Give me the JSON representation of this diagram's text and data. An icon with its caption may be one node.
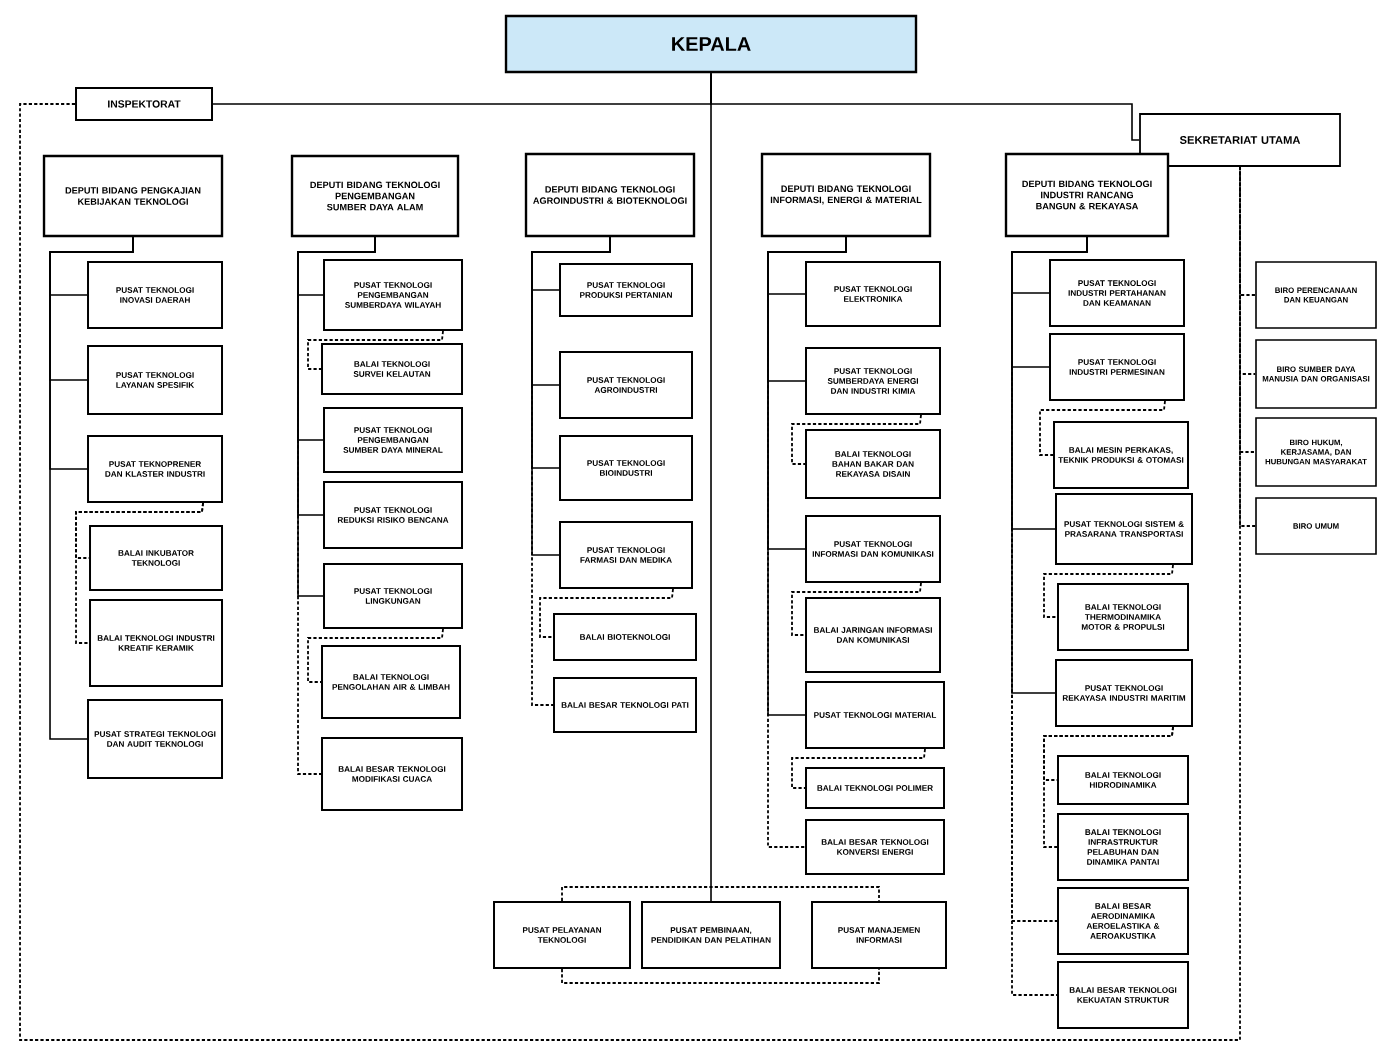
{
  "diagram": {
    "nodes": [
      {
        "text": [
          "KEPALA"
        ]
      },
      {
        "text": [
          "SEKRETARIAT UTAMA"
        ]
      },
      {
        "text": [
          "INSPEKTORAT"
        ]
      },
      {
        "text": [
          "DEPUTI BIDANG PENGKAJIAN KEBIJAKAN TEKNOLOGI"
        ]
      },
      {
        "text": [
          "PUSAT TEKNOLOGI INOVASI DAERAH"
        ]
      },
      {
        "text": [
          "PUSAT TEKNOLOGI LAYANAN SPESIFIK"
        ]
      },
      {
        "text": [
          "PUSAT TEKNOPRENER DAN KLASTER INDUSTRI"
        ]
      },
      {
        "text": [
          "BALAI INKUBATOR TEKNOLOGI"
        ]
      },
      {
        "text": [
          "BALAI TEKNOLOGI INDUSTRI KREATIF KERAMIK"
        ]
      },
      {
        "text": [
          "PUSAT STRATEGI TEKNOLOGI DAN AUDIT TEKNOLOGI"
        ]
      },
      {
        "text": [
          "DEPUTI BIDANG TEKNOLOGI PENGEMBANGAN SUMBER DAYA ALAM"
        ]
      },
      {
        "text": [
          "PUSAT TEKNOLOGI PENGEMBANGAN SUMBERDAYA WILAYAH"
        ]
      },
      {
        "text": [
          "BALAI TEKNOLOGI SURVEI KELAUTAN"
        ]
      },
      {
        "text": [
          "PUSAT TEKNOLOGI PENGEMBANGAN SUMBER DAYA MINERAL"
        ]
      },
      {
        "text": [
          "PUSAT TEKNOLOGI REDUKSI RISIKO BENCANA"
        ]
      },
      {
        "text": [
          "PUSAT TEKNOLOGI LINGKUNGAN"
        ]
      },
      {
        "text": [
          "BALAI TEKNOLOGI PENGOLAHAN AIR & LIMBAH"
        ]
      },
      {
        "text": [
          "BALAI BESAR TEKNOLOGI MODIFIKASI CUACA"
        ]
      },
      {
        "text": [
          "DEPUTI BIDANG TEKNOLOGI AGROINDUSTRI & BIOTEKNOLOGI"
        ]
      },
      {
        "text": [
          "PUSAT TEKNOLOGI PRODUKSI PERTANIAN"
        ]
      },
      {
        "text": [
          "PUSAT TEKNOLOGI AGROINDUSTRI"
        ]
      },
      {
        "text": [
          "PUSAT TEKNOLOGI BIOINDUSTRI"
        ]
      },
      {
        "text": [
          "PUSAT TEKNOLOGI FARMASI DAN MEDIKA"
        ]
      },
      {
        "text": [
          "BALAI BIOTEKNOLOGI"
        ]
      },
      {
        "text": [
          "BALAI BESAR TEKNOLOGI PATI"
        ]
      },
      {
        "text": [
          "DEPUTI BIDANG TEKNOLOGI INFORMASI, ENERGI & MATERIAL"
        ]
      },
      {
        "text": [
          "PUSAT TEKNOLOGI ELEKTRONIKA"
        ]
      },
      {
        "text": [
          "PUSAT TEKNOLOGI SUMBERDAYA ENERGI DAN INDUSTRI KIMIA"
        ]
      },
      {
        "text": [
          "BALAI TEKNOLOGI BAHAN BAKAR DAN REKAYASA DISAIN"
        ]
      },
      {
        "text": [
          "PUSAT TEKNOLOGI INFORMASI DAN KOMUNIKASI"
        ]
      },
      {
        "text": [
          "BALAI JARINGAN INFORMASI DAN KOMUNIKASI"
        ]
      },
      {
        "text": [
          "PUSAT TEKNOLOGI MATERIAL"
        ]
      },
      {
        "text": [
          "BALAI TEKNOLOGI POLIMER"
        ]
      },
      {
        "text": [
          "BALAI BESAR TEKNOLOGI KONVERSI ENERGI"
        ]
      },
      {
        "text": [
          "PUSAT PELAYANAN TEKNOLOGI"
        ]
      },
      {
        "text": [
          "PUSAT PEMBINAAN, PENDIDIKAN DAN PELATIHAN"
        ]
      },
      {
        "text": [
          "PUSAT MANAJEMEN INFORMASI"
        ]
      },
      {
        "text": [
          "DEPUTI BIDANG TEKNOLOGI INDUSTRI RANCANG BANGUN & REKAYASA"
        ]
      },
      {
        "text": [
          "PUSAT TEKNOLOGI INDUSTRI PERTAHANAN DAN KEAMANAN"
        ]
      },
      {
        "text": [
          "PUSAT TEKNOLOGI INDUSTRI PERMESINAN"
        ]
      },
      {
        "text": [
          "BALAI MESIN PERKAKAS, TEKNIK PRODUKSI & OTOMASI"
        ]
      },
      {
        "text": [
          "PUSAT TEKNOLOGI SISTEM & PRASARANA TRANSPORTASI"
        ]
      },
      {
        "text": [
          "BALAI TEKNOLOGI THERMODINAMIKA MOTOR & PROPULSI"
        ]
      },
      {
        "text": [
          "PUSAT TEKNOLOGI REKAYASA INDUSTRI MARITIM"
        ]
      },
      {
        "text": [
          "BALAI TEKNOLOGI HIDRODINAMIKA"
        ]
      },
      {
        "text": [
          "BALAI TEKNOLOGI INFRASTRUKTUR PELABUHAN DAN DINAMIKA PANTAI"
        ]
      },
      {
        "text": [
          "BALAI BESAR AERODINAMIKA AEROELASTIKA & AEROAKUSTIKA"
        ]
      },
      {
        "text": [
          "BALAI BESAR TEKNOLOGI KEKUATAN STRUKTUR"
        ]
      },
      {
        "text": [
          "BIRO PERENCANAAN DAN KEUANGAN"
        ]
      },
      {
        "text": [
          "BIRO SUMBER DAYA MANUSIA DAN ORGANISASI"
        ]
      },
      {
        "text": [
          "BIRO HUKUM, KERJASAMA, DAN HUBUNGAN MASYARAKAT"
        ]
      },
      {
        "text": [
          "BIRO UMUM"
        ]
      }
    ],
    "edges": [
      {
        "from": 0,
        "to": 2,
        "arrow": "none"
      },
      {
        "from": 0,
        "to": 1,
        "arrow": "none"
      },
      {
        "from": 0,
        "to": 35,
        "arrow": "none"
      },
      {
        "from": 2,
        "to": 1,
        "arrow": "none",
        "style": "dashed"
      },
      {
        "from": 1,
        "to": 48,
        "arrow": "none",
        "style": "dashed"
      },
      {
        "from": 1,
        "to": 49,
        "arrow": "none",
        "style": "dashed"
      },
      {
        "from": 1,
        "to": 50,
        "arrow": "none",
        "style": "dashed"
      },
      {
        "from": 1,
        "to": 51,
        "arrow": "none",
        "style": "dashed"
      },
      {
        "from": 3,
        "to": 4,
        "arrow": "none"
      },
      {
        "from": 3,
        "to": 5,
        "arrow": "none"
      },
      {
        "from": 3,
        "to": 6,
        "arrow": "none"
      },
      {
        "from": 3,
        "to": 9,
        "arrow": "none"
      },
      {
        "from": 6,
        "to": 7,
        "arrow": "none",
        "style": "dashed"
      },
      {
        "from": 6,
        "to": 8,
        "arrow": "none",
        "style": "dashed"
      },
      {
        "from": 10,
        "to": 11,
        "arrow": "none"
      },
      {
        "from": 10,
        "to": 13,
        "arrow": "none"
      },
      {
        "from": 10,
        "to": 14,
        "arrow": "none"
      },
      {
        "from": 10,
        "to": 15,
        "arrow": "none"
      },
      {
        "from": 11,
        "to": 12,
        "arrow": "none",
        "style": "dashed"
      },
      {
        "from": 15,
        "to": 16,
        "arrow": "none",
        "style": "dashed"
      },
      {
        "from": 10,
        "to": 17,
        "arrow": "none",
        "style": "dashed"
      },
      {
        "from": 18,
        "to": 19,
        "arrow": "none"
      },
      {
        "from": 18,
        "to": 20,
        "arrow": "none"
      },
      {
        "from": 18,
        "to": 21,
        "arrow": "none"
      },
      {
        "from": 18,
        "to": 22,
        "arrow": "none"
      },
      {
        "from": 22,
        "to": 23,
        "arrow": "none",
        "style": "dashed"
      },
      {
        "from": 18,
        "to": 24,
        "arrow": "none",
        "style": "dashed"
      },
      {
        "from": 25,
        "to": 26,
        "arrow": "none"
      },
      {
        "from": 25,
        "to": 27,
        "arrow": "none"
      },
      {
        "from": 25,
        "to": 29,
        "arrow": "none"
      },
      {
        "from": 25,
        "to": 31,
        "arrow": "none"
      },
      {
        "from": 27,
        "to": 28,
        "arrow": "none",
        "style": "dashed"
      },
      {
        "from": 29,
        "to": 30,
        "arrow": "none",
        "style": "dashed"
      },
      {
        "from": 31,
        "to": 32,
        "arrow": "none",
        "style": "dashed"
      },
      {
        "from": 25,
        "to": 33,
        "arrow": "none",
        "style": "dashed"
      },
      {
        "from": 37,
        "to": 38,
        "arrow": "none"
      },
      {
        "from": 37,
        "to": 39,
        "arrow": "none"
      },
      {
        "from": 37,
        "to": 41,
        "arrow": "none"
      },
      {
        "from": 37,
        "to": 43,
        "arrow": "none"
      },
      {
        "from": 39,
        "to": 40,
        "arrow": "none",
        "style": "dashed"
      },
      {
        "from": 41,
        "to": 42,
        "arrow": "none",
        "style": "dashed"
      },
      {
        "from": 43,
        "to": 44,
        "arrow": "none",
        "style": "dashed"
      },
      {
        "from": 43,
        "to": 45,
        "arrow": "none",
        "style": "dashed"
      },
      {
        "from": 37,
        "to": 46,
        "arrow": "none",
        "style": "dashed"
      },
      {
        "from": 37,
        "to": 47,
        "arrow": "none",
        "style": "dashed"
      },
      {
        "from": 34,
        "to": 36,
        "arrow": "none",
        "style": "dashed"
      },
      {
        "from": 34,
        "to": 36,
        "arrow": "none",
        "style": "dashed"
      }
    ]
  }
}
